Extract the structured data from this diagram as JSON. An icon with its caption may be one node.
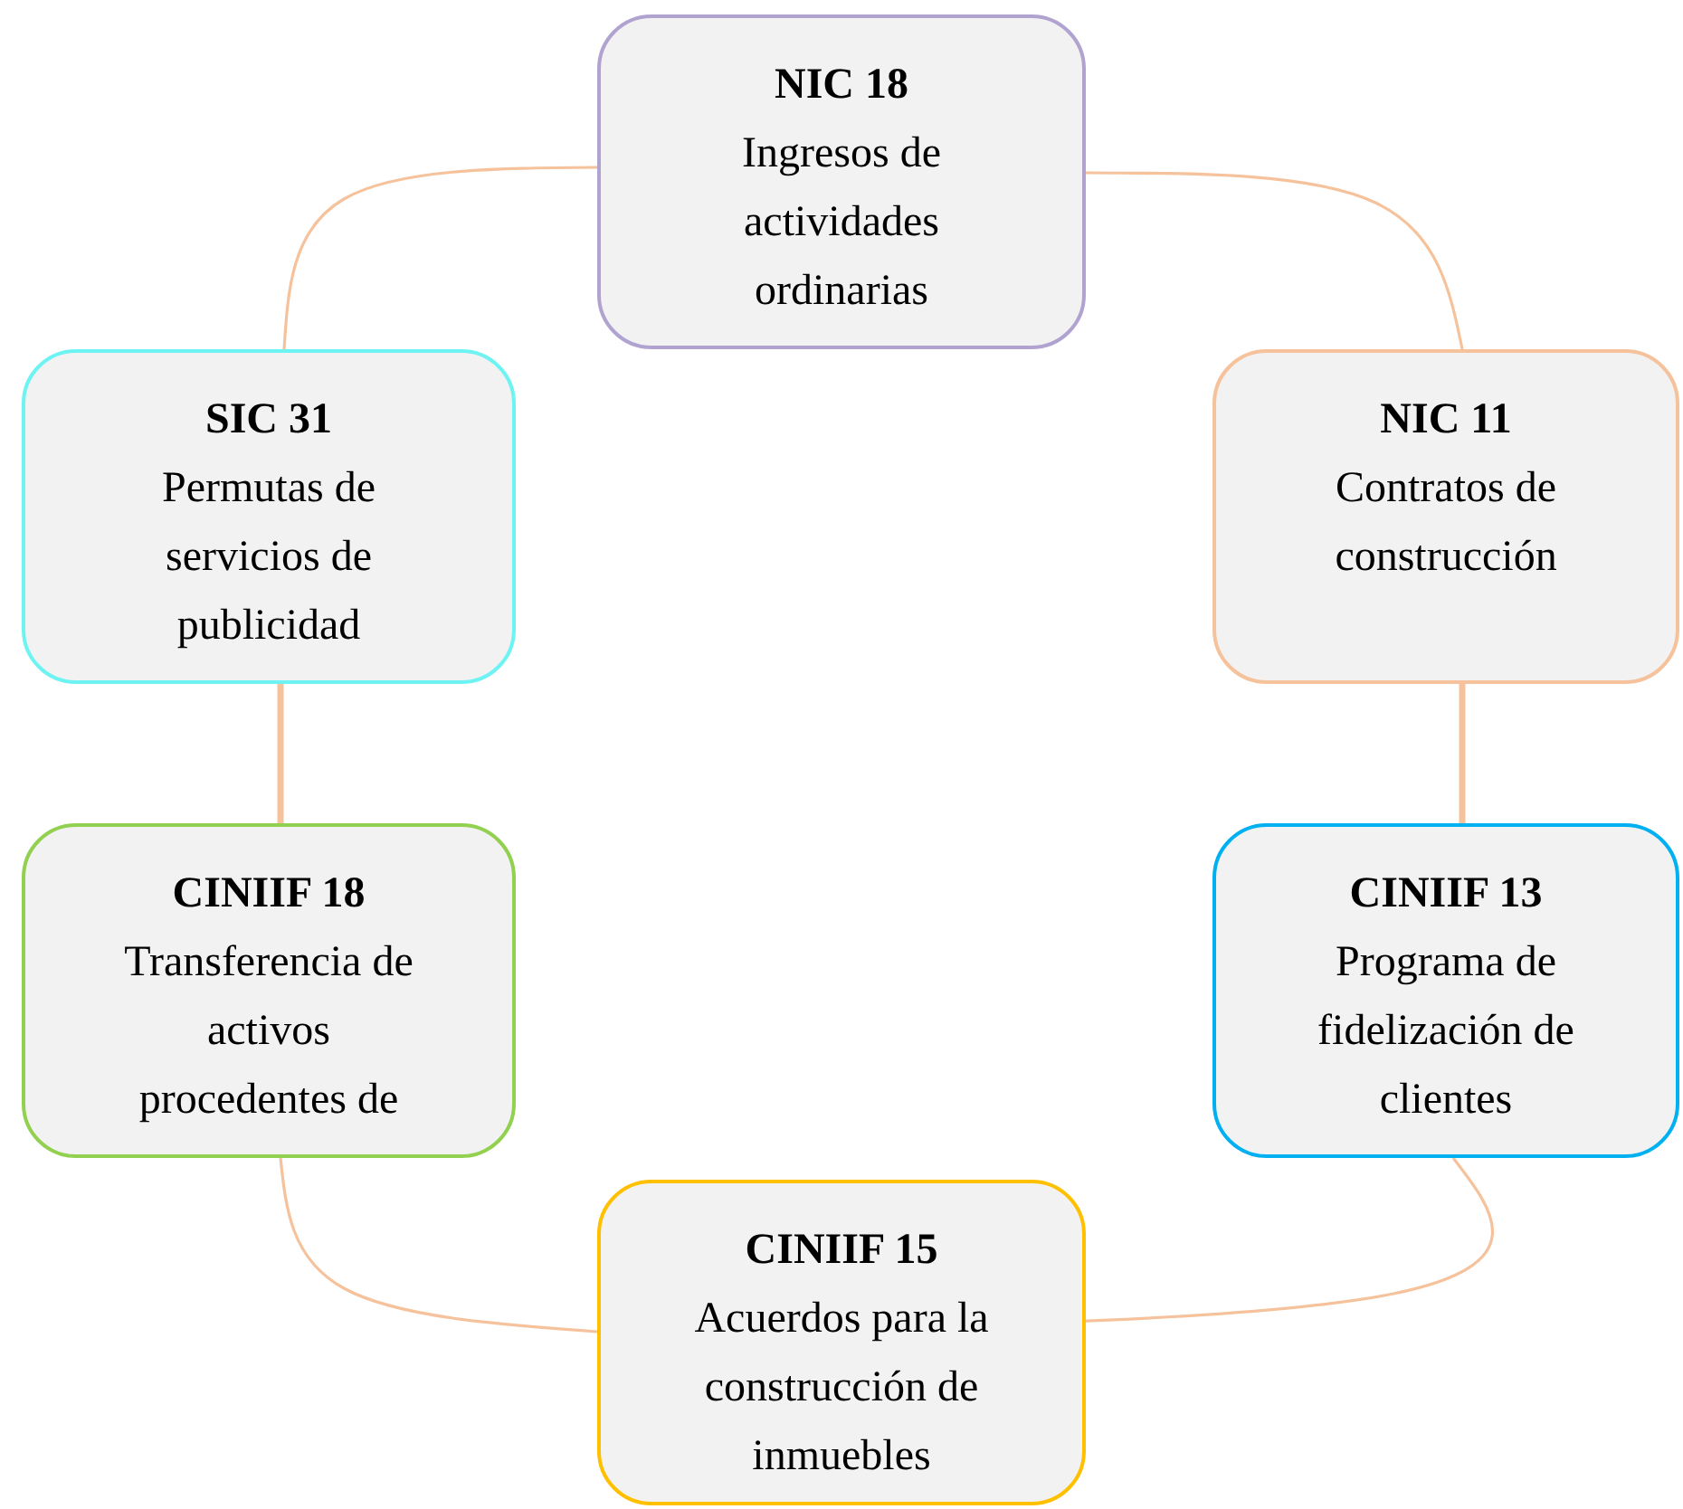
{
  "diagram": {
    "nodes": [
      {
        "text": [
          "NIC 18",
          "Ingresos de actividades ordinarias"
        ]
      },
      {
        "text": [
          "SIC 31",
          "Permutas de servicios de publicidad"
        ]
      },
      {
        "text": [
          "NIC 11",
          "Contratos de construcción"
        ]
      },
      {
        "text": [
          "CINIIF 18",
          "Transferencia de activos procedentes de"
        ]
      },
      {
        "text": [
          "CINIIF 13",
          "Programa de fidelización de clientes"
        ]
      },
      {
        "text": [
          "CINIIF 15",
          "Acuerdos para la construcción de inmuebles"
        ]
      }
    ],
    "edges": [
      {
        "from": 0,
        "to": 2,
        "arrow": "none"
      },
      {
        "from": 2,
        "to": 4,
        "arrow": "none",
        "style": "thick"
      },
      {
        "from": 4,
        "to": 5,
        "arrow": "none"
      },
      {
        "from": 5,
        "to": 3,
        "arrow": "none"
      },
      {
        "from": 3,
        "to": 1,
        "arrow": "none",
        "style": "thick"
      },
      {
        "from": 1,
        "to": 0,
        "arrow": "none"
      }
    ]
  }
}
